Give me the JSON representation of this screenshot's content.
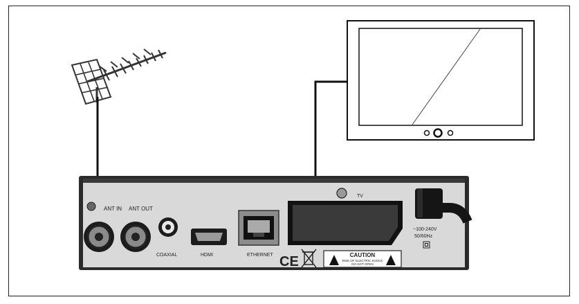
{
  "labels": {
    "ant_in": "ANT IN",
    "ant_out": "ANT OUT",
    "tv": "TV",
    "coaxial": "COAXIAL",
    "hdmi": "HDMI",
    "ethernet": "ETHERNET",
    "ce": "CE",
    "caution": "CAUTION",
    "caution_line1": "RISK OF ELECTRIC SHOCK",
    "caution_line2": "DO NOT OPEN",
    "power_spec_1": "~100-240V",
    "power_spec_2": "50/60Hz"
  },
  "colors": {
    "device_body": "#2b2b2b",
    "back_panel": "#d9d9d9",
    "line": "#111111",
    "tv_screen": "#ffffff"
  },
  "icons": [
    "antenna-icon",
    "tv-icon",
    "weee-bin-icon",
    "warning-triangle-icon",
    "power-cable-icon",
    "double-insulation-icon"
  ]
}
